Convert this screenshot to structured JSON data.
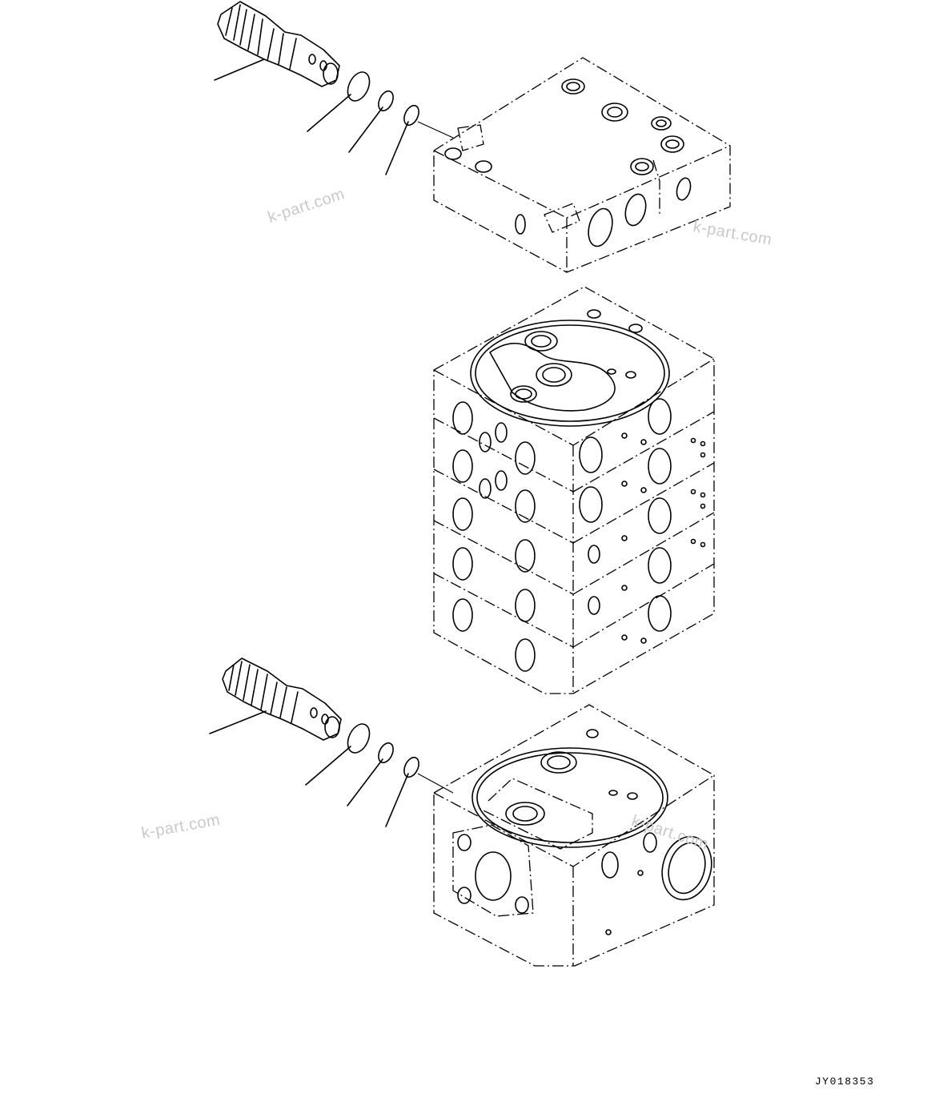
{
  "watermarks": [
    "k-part.com",
    "k-part.com",
    "k-part.com",
    "k-part.com"
  ],
  "figure_code": "JY018353"
}
